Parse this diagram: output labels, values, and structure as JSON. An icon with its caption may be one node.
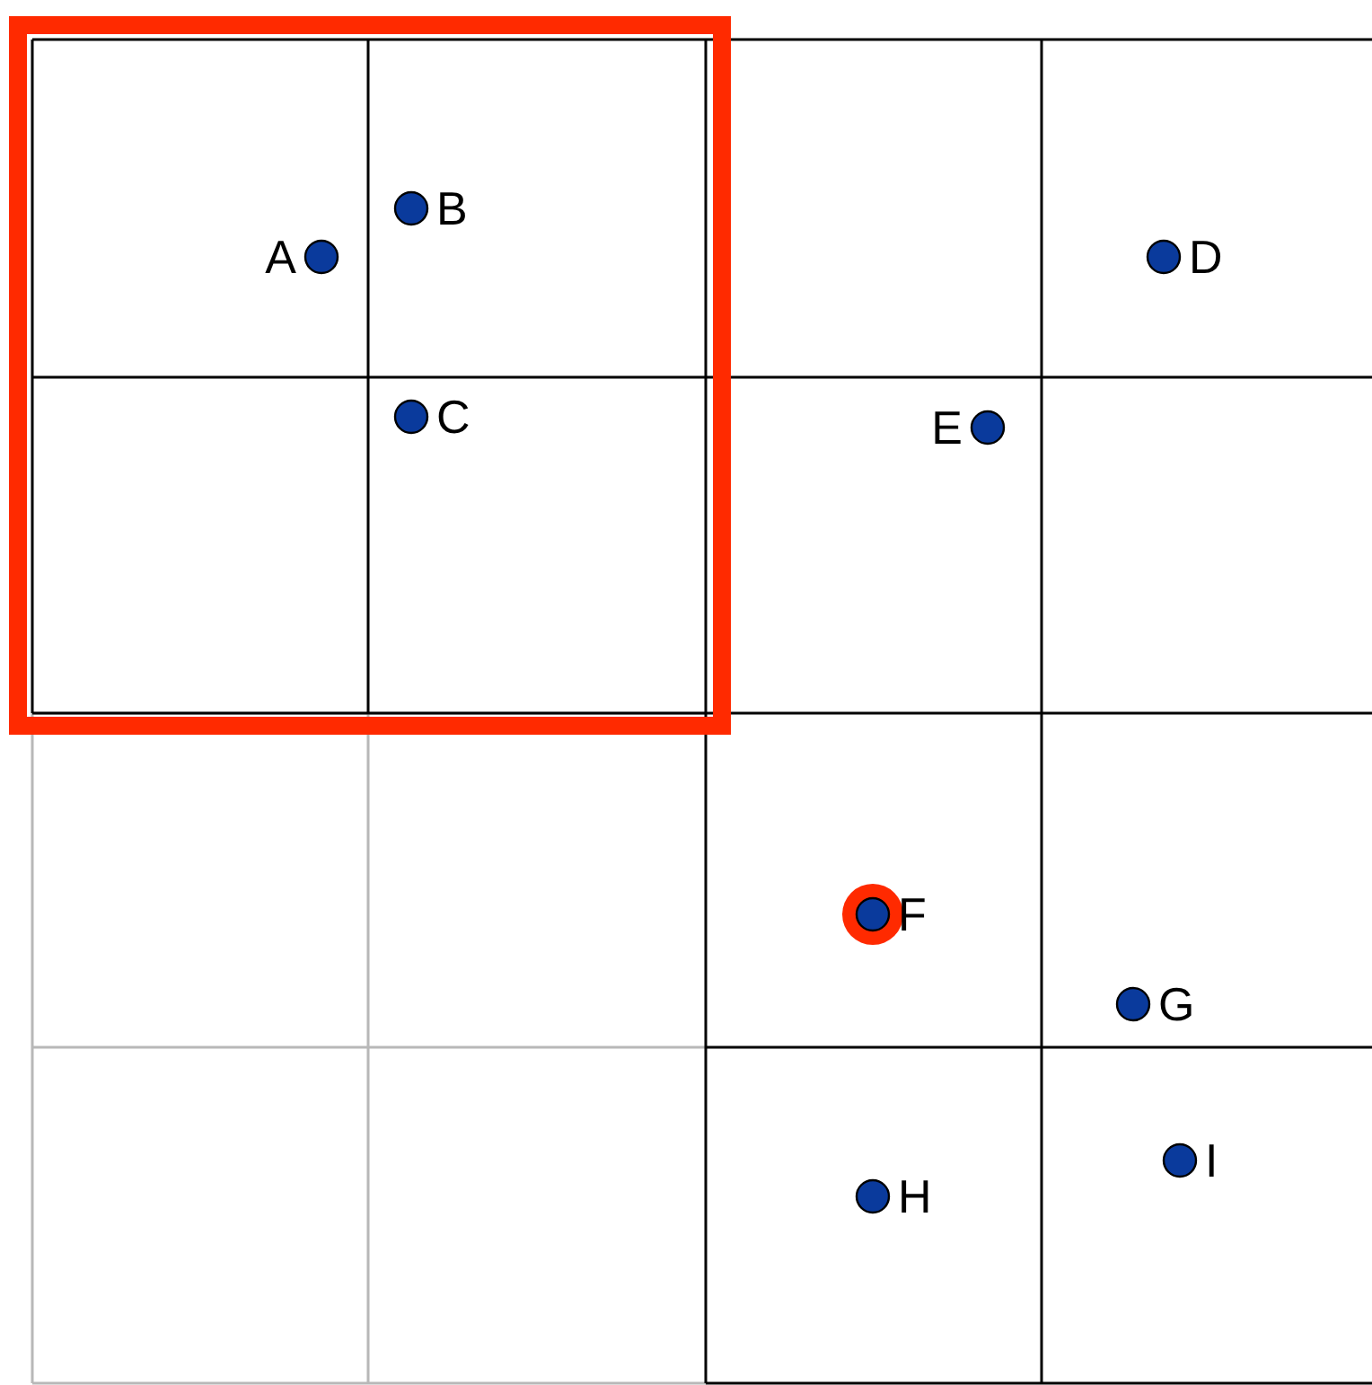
{
  "diagram": {
    "nodes": [
      {
        "text": [],
        "shape": "circle",
        "beside": [
          "A"
        ]
      },
      {
        "text": [],
        "shape": "circle",
        "beside": [
          "B"
        ]
      },
      {
        "text": [],
        "shape": "circle",
        "beside": [
          "C"
        ]
      },
      {
        "text": [],
        "shape": "circle",
        "beside": [
          "D"
        ]
      },
      {
        "text": [],
        "shape": "circle",
        "beside": [
          "E"
        ]
      },
      {
        "text": [],
        "shape": "circle",
        "beside": [
          "F"
        ]
      },
      {
        "text": [],
        "shape": "circle",
        "beside": [
          "G"
        ]
      },
      {
        "text": [],
        "shape": "circle",
        "beside": [
          "H"
        ]
      },
      {
        "text": [],
        "shape": "circle",
        "beside": [
          "I"
        ]
      }
    ]
  }
}
